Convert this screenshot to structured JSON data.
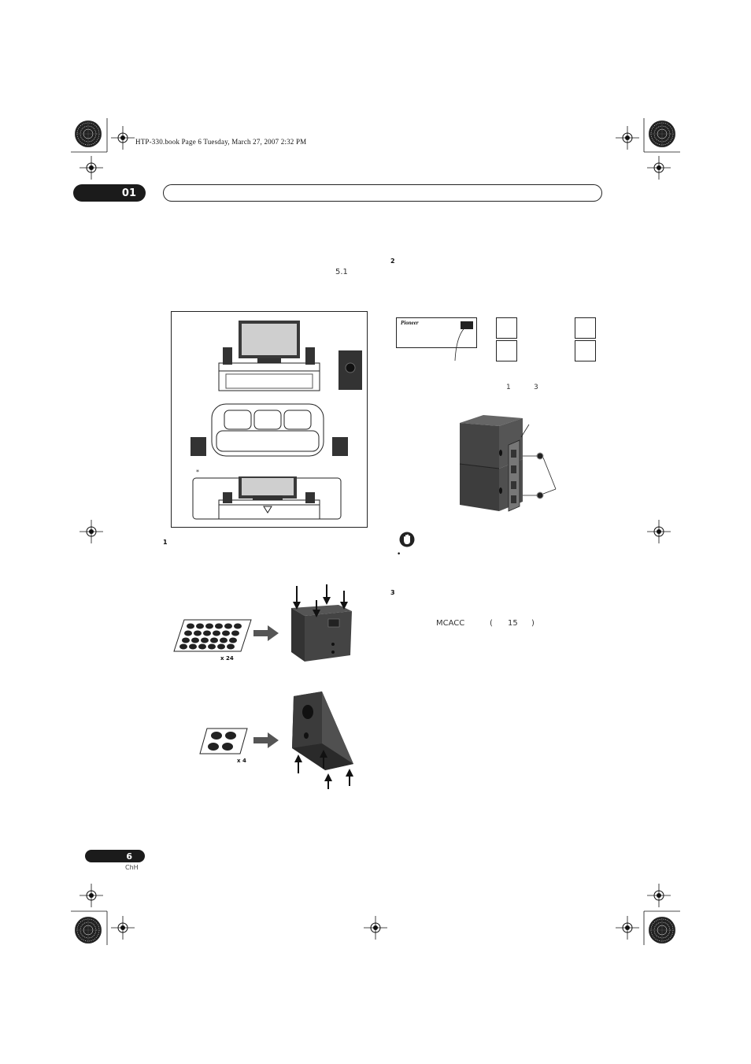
{
  "header": {
    "book_info": "HTP-330.book  Page 6  Tuesday, March 27, 2007  2:32 PM",
    "chapter_number": "01"
  },
  "left": {
    "system_label": "5.1",
    "asterisk": "*",
    "step1": "1",
    "pads_small_label": "x 24",
    "pads_large_label": "x 4"
  },
  "right": {
    "step2": "2",
    "num_1": "1",
    "num_3": "3",
    "brand_logo": "Pioneer",
    "caution_bullet": "•",
    "step3": "3",
    "mcacc": "MCACC",
    "paren_open": "(",
    "page_ref": "15",
    "paren_close": ")"
  },
  "footer": {
    "page_number": "6",
    "language": "ChH"
  }
}
